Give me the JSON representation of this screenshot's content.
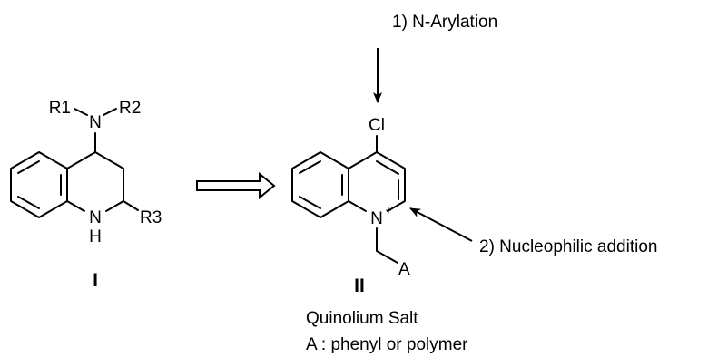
{
  "compound_I": {
    "label": "I",
    "atoms": {
      "amine_n": "N",
      "r1": "R1",
      "r2": "R2",
      "ring_nh_n": "N",
      "ring_nh_h": "H",
      "r3": "R3"
    }
  },
  "compound_II": {
    "label": "II",
    "atoms": {
      "chloro": "Cl",
      "ring_n": "N",
      "charge": "+",
      "substituent_a": "A"
    },
    "caption": "Quinolium Salt",
    "note": "A : phenyl or polymer"
  },
  "steps": {
    "step1": "1) N-Arylation",
    "step2": "2) Nucleophilic addition"
  }
}
